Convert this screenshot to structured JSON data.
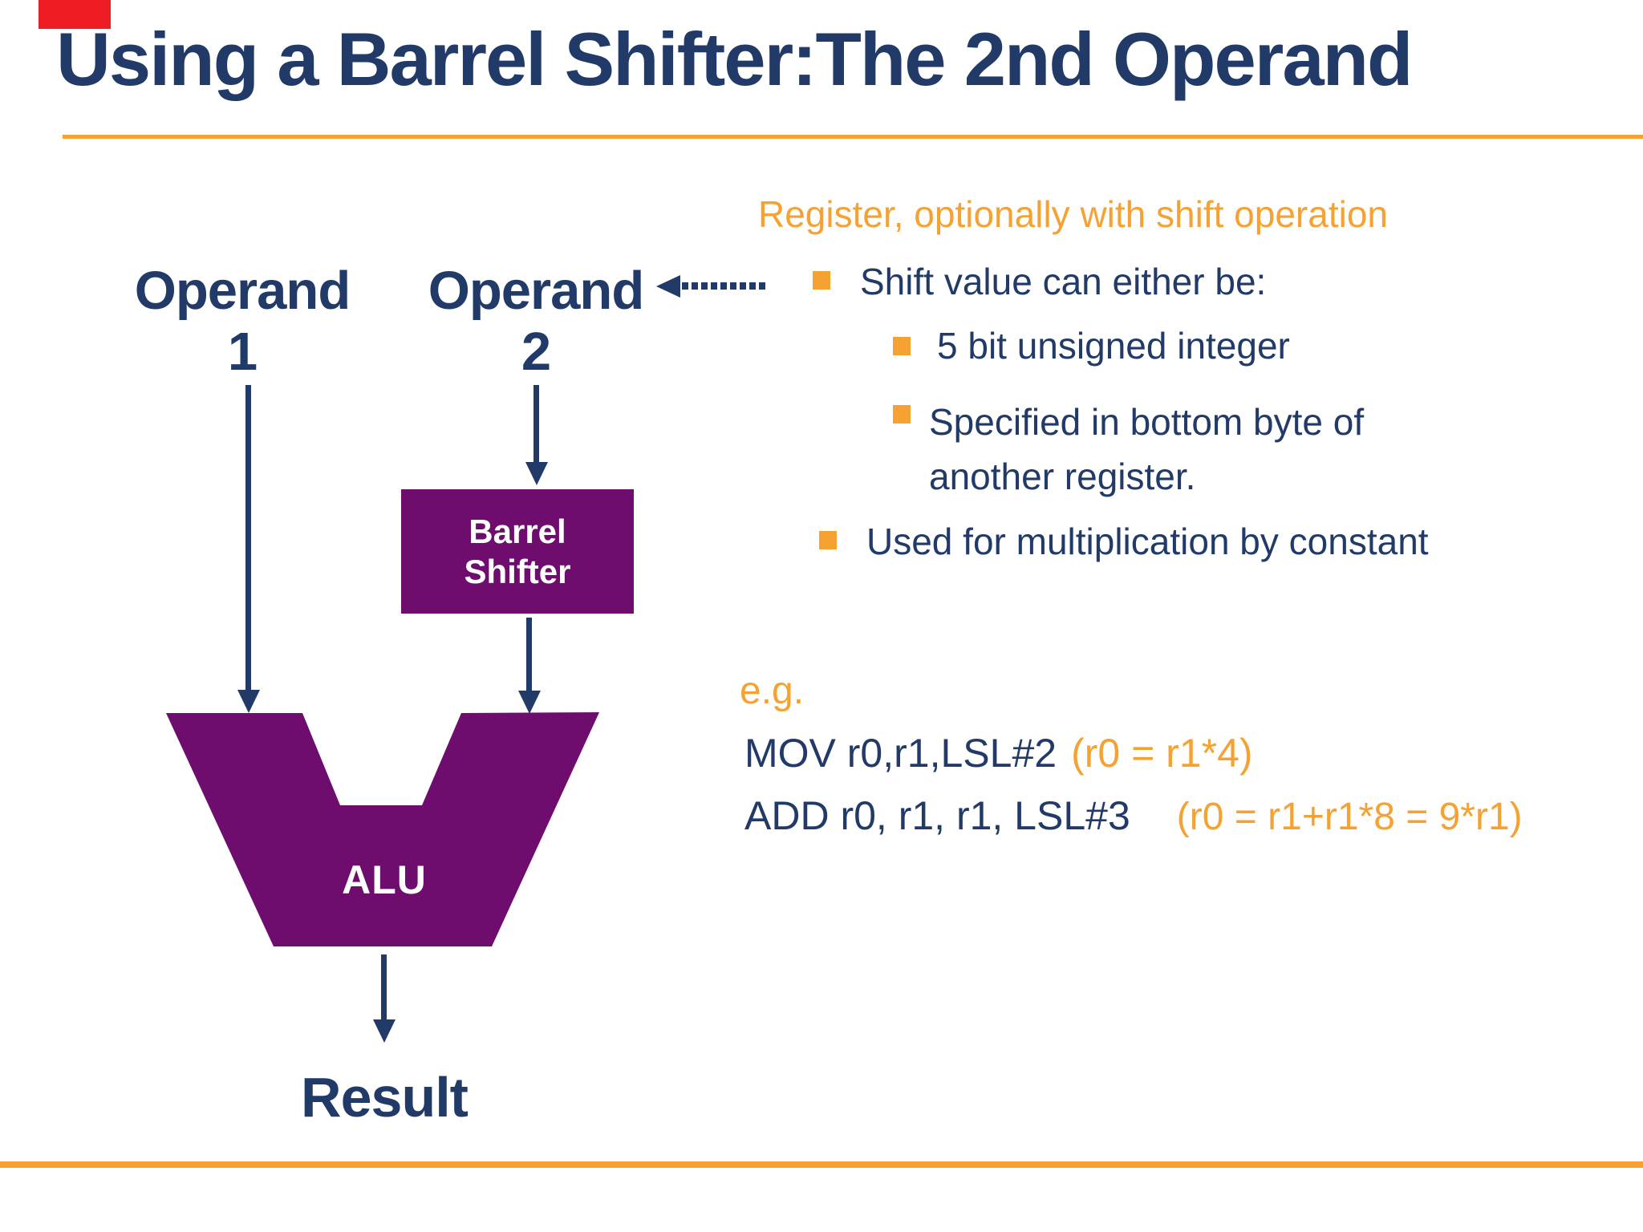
{
  "slide": {
    "title": "Using a Barrel Shifter:The 2nd Operand",
    "palette": {
      "navy": "#223A68",
      "orange": "#F5A233",
      "purple": "#6E0D6E",
      "red": "#EE1C25",
      "white": "#FFFFFF"
    },
    "diagram": {
      "operand1_line1": "Operand",
      "operand1_line2": "1",
      "operand2_line1": "Operand",
      "operand2_line2": "2",
      "barrel_shifter_line1": "Barrel",
      "barrel_shifter_line2": "Shifter",
      "alu_label": "ALU",
      "result_label": "Result"
    },
    "notes": {
      "heading": "Register, optionally with shift operation",
      "bullets": [
        {
          "level": 1,
          "text": "Shift value can either be:"
        },
        {
          "level": 2,
          "text": "5 bit unsigned integer"
        },
        {
          "level": 2,
          "text": "Specified in bottom byte of another register."
        },
        {
          "level": 1,
          "text": "Used for multiplication by constant"
        }
      ],
      "example_label": "e.g.",
      "examples": [
        {
          "code": "MOV r0,r1,LSL#2",
          "annotation": "(r0 = r1*4)"
        },
        {
          "code": "ADD r0, r1, r1, LSL#3",
          "annotation": "(r0 = r1+r1*8 = 9*r1)"
        }
      ]
    }
  }
}
